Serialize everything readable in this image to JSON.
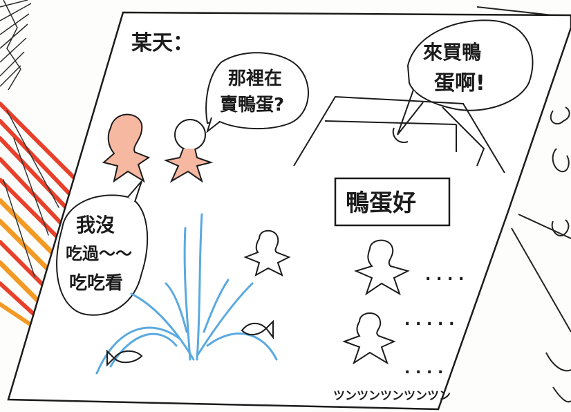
{
  "panel": {
    "caption": "某天：",
    "bubble_question": {
      "line1": "那裡在",
      "line2": "賣鴨蛋?"
    },
    "bubble_reply": {
      "line1": "我沒",
      "line2": "吃過～～",
      "line3": "吃吃看"
    },
    "bubble_seller": {
      "line1": "來買鴨",
      "line2": "蛋啊!"
    },
    "shop_sign": "鴨蛋好",
    "crowd_dots_1": ". . . .",
    "crowd_dots_2": ". . . . .",
    "crowd_dots_3": ". . . .",
    "grass_text": "ツンツンツンツンツン"
  },
  "colors": {
    "ink": "#1b1b1b",
    "skin": "#f2a07e",
    "fountain_blue": "#5aa9e0",
    "flame_red": "#e8402a",
    "flame_orange": "#f39a24"
  }
}
